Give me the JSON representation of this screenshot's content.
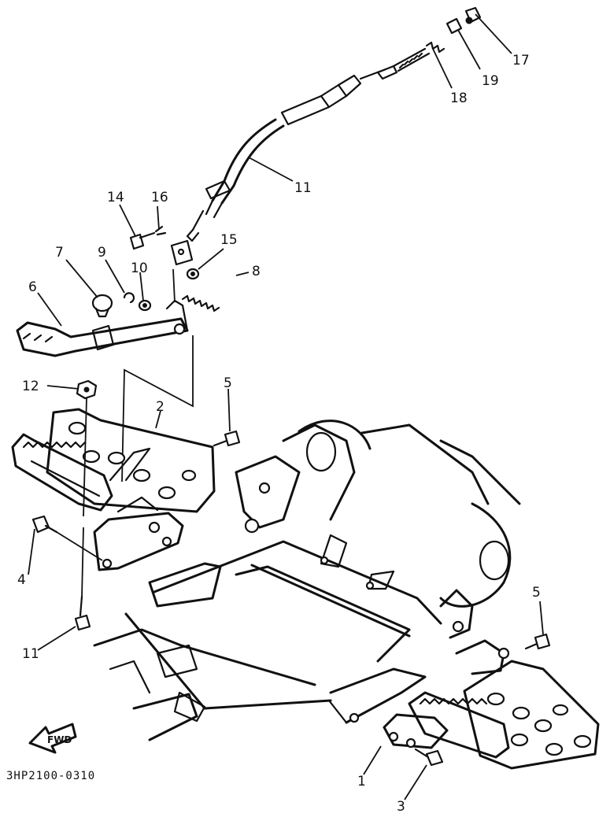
{
  "diagram": {
    "code": "3HP2100-0310",
    "fwd_label": "FWD",
    "callouts": {
      "c1": "1",
      "c2": "2",
      "c3": "3",
      "c4": "4",
      "c5a": "5",
      "c5b": "5",
      "c6": "6",
      "c7": "7",
      "c8": "8",
      "c9": "9",
      "c10": "10",
      "c11a": "11",
      "c11b": "11",
      "c12": "12",
      "c14": "14",
      "c15": "15",
      "c16": "16",
      "c17": "17",
      "c18": "18",
      "c19": "19"
    }
  }
}
